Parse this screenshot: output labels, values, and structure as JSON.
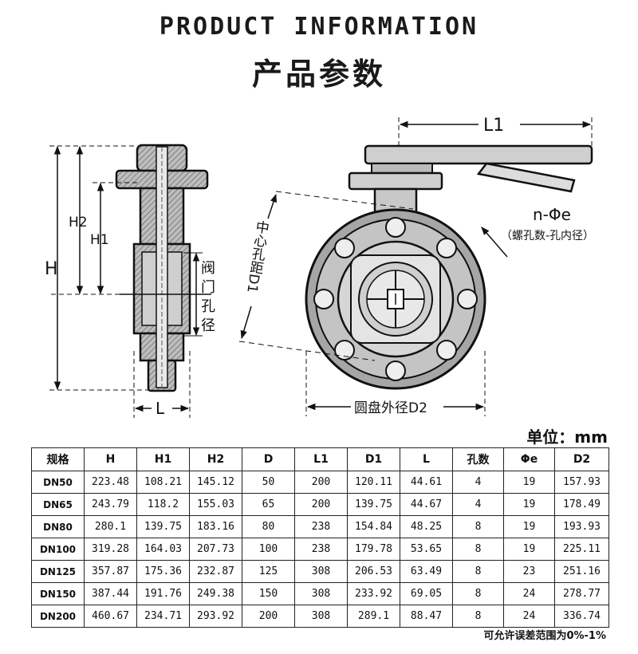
{
  "header": {
    "title_en": "PRODUCT INFORMATION",
    "title_cn": "产品参数"
  },
  "drawing_labels": {
    "H": "H",
    "H1": "H1",
    "H2": "H2",
    "valve_bore": [
      "阀",
      "门",
      "孔",
      "径"
    ],
    "L": "L",
    "L1": "L1",
    "n_phi_e": "n-Φe",
    "n_phi_e_desc": "（螺孔数-孔内径）",
    "D1_label": "中心孔距D1",
    "D2_label": "圆盘外径D2"
  },
  "unit_label": "单位：mm",
  "table": {
    "headers": [
      "规格",
      "H",
      "H1",
      "H2",
      "D",
      "L1",
      "D1",
      "L",
      "孔数",
      "Φe",
      "D2"
    ],
    "rows": [
      [
        "DN50",
        "223.48",
        "108.21",
        "145.12",
        "50",
        "200",
        "120.11",
        "44.61",
        "4",
        "19",
        "157.93"
      ],
      [
        "DN65",
        "243.79",
        "118.2",
        "155.03",
        "65",
        "200",
        "139.75",
        "44.67",
        "4",
        "19",
        "178.49"
      ],
      [
        "DN80",
        "280.1",
        "139.75",
        "183.16",
        "80",
        "238",
        "154.84",
        "48.25",
        "8",
        "19",
        "193.93"
      ],
      [
        "DN100",
        "319.28",
        "164.03",
        "207.73",
        "100",
        "238",
        "179.78",
        "53.65",
        "8",
        "19",
        "225.11"
      ],
      [
        "DN125",
        "357.87",
        "175.36",
        "232.87",
        "125",
        "308",
        "206.53",
        "63.49",
        "8",
        "23",
        "251.16"
      ],
      [
        "DN150",
        "387.44",
        "191.76",
        "249.38",
        "150",
        "308",
        "233.92",
        "69.05",
        "8",
        "24",
        "278.77"
      ],
      [
        "DN200",
        "460.67",
        "234.71",
        "293.92",
        "200",
        "308",
        "289.1",
        "88.47",
        "8",
        "24",
        "336.74"
      ]
    ]
  },
  "tolerance_note": "可允许误差范围为0%-1%"
}
